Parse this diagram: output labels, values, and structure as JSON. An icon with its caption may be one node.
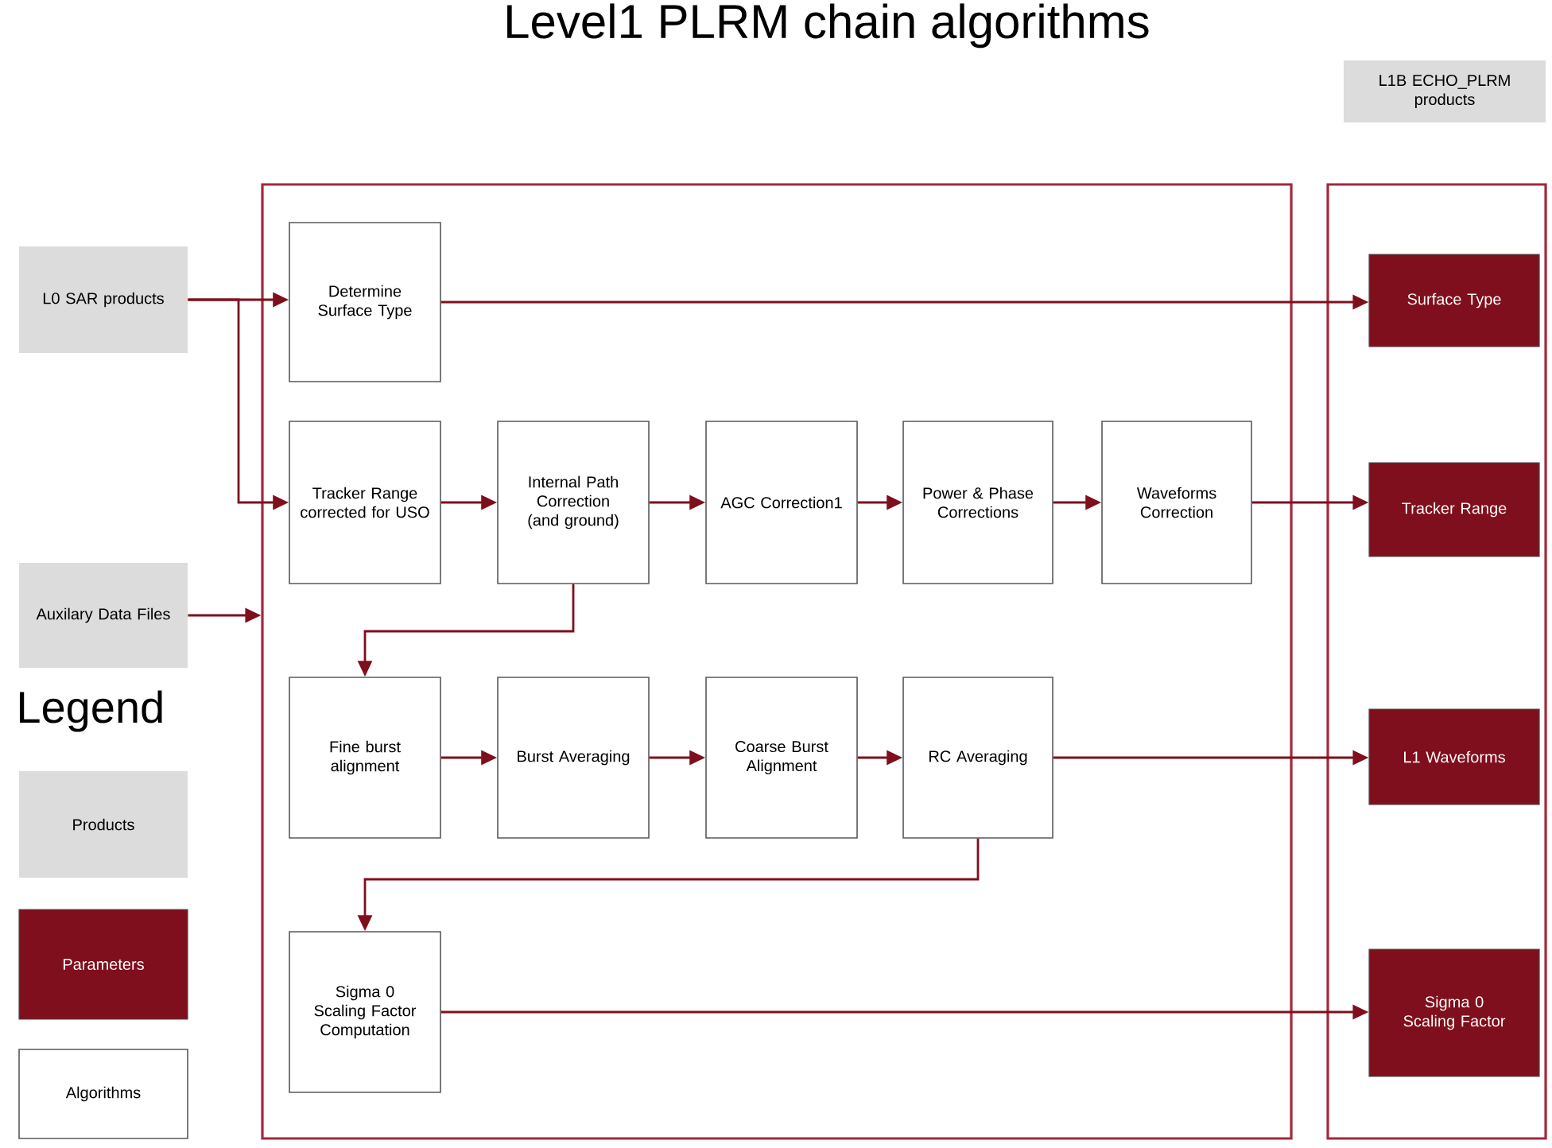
{
  "diagram": {
    "title": "Level1 PLRM chain algorithms",
    "nodes": [
      {
        "text": [
          "L0 SAR products"
        ]
      },
      {
        "text": [
          "Auxilary Data Files"
        ]
      },
      {
        "text": [],
        "shape": "box"
      },
      {
        "text": [
          "Determine Surface Type"
        ],
        "in": 2
      },
      {
        "text": [
          "Tracker Range corrected for USO"
        ],
        "in": 2
      },
      {
        "text": [
          "Internal Path Correction (and ground)"
        ],
        "in": 2
      },
      {
        "text": [
          "AGC Correction1"
        ],
        "in": 2
      },
      {
        "text": [
          "Power & Phase Corrections"
        ],
        "in": 2
      },
      {
        "text": [
          "Waveforms Correction"
        ],
        "in": 2
      },
      {
        "text": [
          "Fine burst alignment"
        ],
        "in": 2
      },
      {
        "text": [
          "Burst Averaging"
        ],
        "in": 2
      },
      {
        "text": [
          "Coarse Burst Alignment"
        ],
        "in": 2
      },
      {
        "text": [
          "RC Averaging"
        ],
        "in": 2
      },
      {
        "text": [
          "Sigma 0 Scaling Factor Computation"
        ],
        "in": 2
      },
      {
        "text": [
          "L1B ECHO_PLRM products"
        ]
      },
      {
        "text": [],
        "shape": "box"
      },
      {
        "text": [
          "Surface Type"
        ],
        "in": 15
      },
      {
        "text": [
          "Tracker Range"
        ],
        "in": 15
      },
      {
        "text": [
          "L1 Waveforms"
        ],
        "in": 15
      },
      {
        "text": [
          "Sigma 0 Scaling Factor"
        ],
        "in": 15
      }
    ],
    "edges": [
      {
        "from": 0,
        "to": 3,
        "arrow": "to"
      },
      {
        "from": 0,
        "to": 4,
        "arrow": "to"
      },
      {
        "from": 1,
        "to": 2,
        "arrow": "to"
      },
      {
        "from": 3,
        "to": 16,
        "arrow": "to"
      },
      {
        "from": 4,
        "to": 5,
        "arrow": "to"
      },
      {
        "from": 5,
        "to": 6,
        "arrow": "to"
      },
      {
        "from": 6,
        "to": 7,
        "arrow": "to"
      },
      {
        "from": 7,
        "to": 8,
        "arrow": "to"
      },
      {
        "from": 8,
        "to": 17,
        "arrow": "to"
      },
      {
        "from": 5,
        "to": 9,
        "arrow": "to"
      },
      {
        "from": 9,
        "to": 10,
        "arrow": "to"
      },
      {
        "from": 10,
        "to": 11,
        "arrow": "to"
      },
      {
        "from": 11,
        "to": 12,
        "arrow": "to"
      },
      {
        "from": 12,
        "to": 18,
        "arrow": "to"
      },
      {
        "from": 12,
        "to": 13,
        "arrow": "to"
      },
      {
        "from": 13,
        "to": 19,
        "arrow": "to"
      }
    ],
    "labels": [
      "Legend"
    ],
    "legend": [
      {
        "text": "Products",
        "color": "#dcdcdc"
      },
      {
        "text": "Parameters",
        "color": "#7f0f1c"
      },
      {
        "text": "Algorithms"
      }
    ]
  }
}
